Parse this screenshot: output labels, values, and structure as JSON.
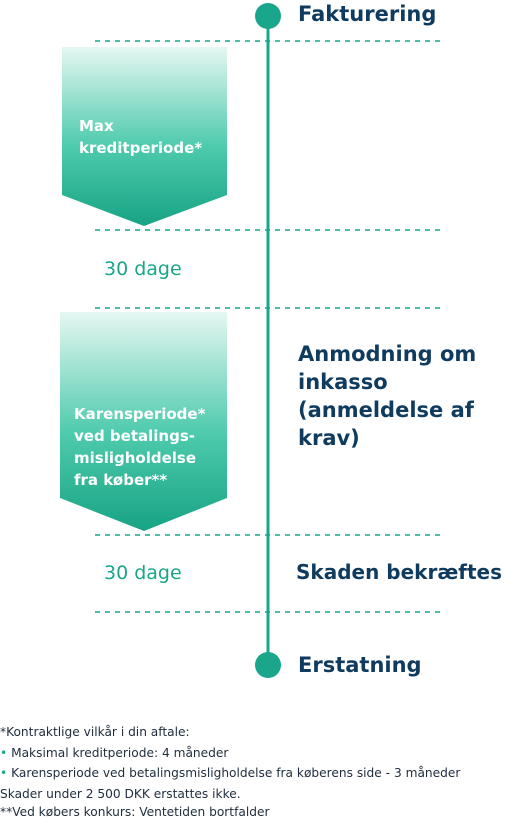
{
  "timeline": {
    "start_label": "Fakturering",
    "middle_label": "Anmodning om inkasso (anmeldelse af krav)",
    "confirm_label": "Skaden bekræftes",
    "end_label": "Erstatning"
  },
  "arrows": [
    {
      "label_line1": "Max",
      "label_line2": "kreditperiode*"
    },
    {
      "label_line1": "Karensperiode*",
      "label_line2": "ved betalings-",
      "label_line3": "misligholdelse",
      "label_line4": "fra køber**"
    }
  ],
  "periods": [
    "30 dage",
    "30 dage"
  ],
  "footnotes": {
    "intro": "*Kontraktlige vilkår i din aftale:",
    "bullets": [
      "Maksimal kreditperiode: 4 måneder",
      "Karensperiode ved betalingsmisligholdelse fra køberens side - 3 måneder"
    ],
    "bullet_symbol": "•",
    "note1": "Skader under 2 500 DKK erstattes ikke.",
    "note2": "**Ved købers konkurs: Ventetiden bortfalder"
  },
  "colors": {
    "teal": "#1aa68a",
    "teal_light": "#8fe3cf",
    "navy": "#0f3b5f"
  }
}
